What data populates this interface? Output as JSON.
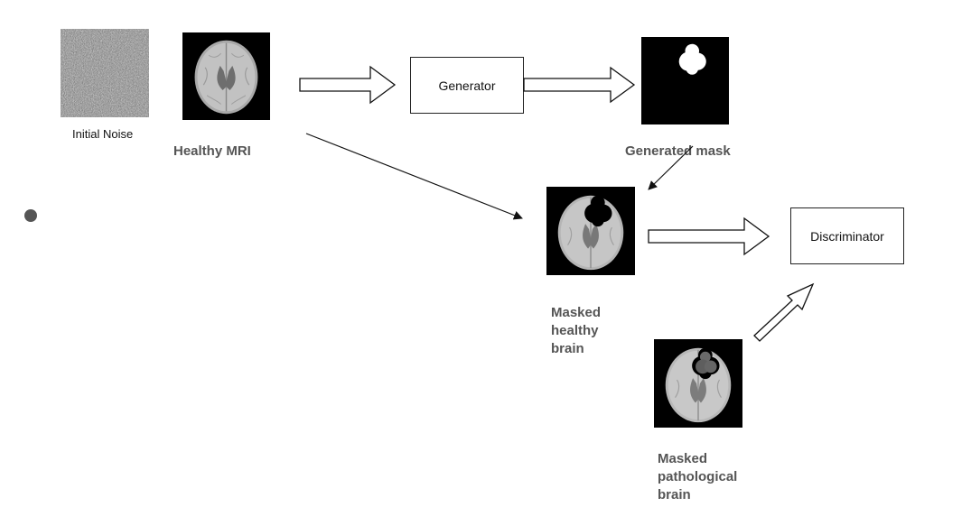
{
  "labels": {
    "initial_noise": "Initial Noise",
    "healthy_mri": "Healthy MRI",
    "generator": "Generator",
    "generated_mask": "Generated mask",
    "discriminator": "Discriminator",
    "masked_healthy_line1": "Masked",
    "masked_healthy_line2": "healthy",
    "masked_healthy_line3": "brain",
    "masked_patho_line1": "Masked",
    "masked_patho_line2": "pathological",
    "masked_patho_line3": "brain"
  },
  "colors": {
    "label_gray": "#555555",
    "box_border": "#222222",
    "brain_tissue": "#bdbdbd",
    "image_background": "#000000"
  }
}
